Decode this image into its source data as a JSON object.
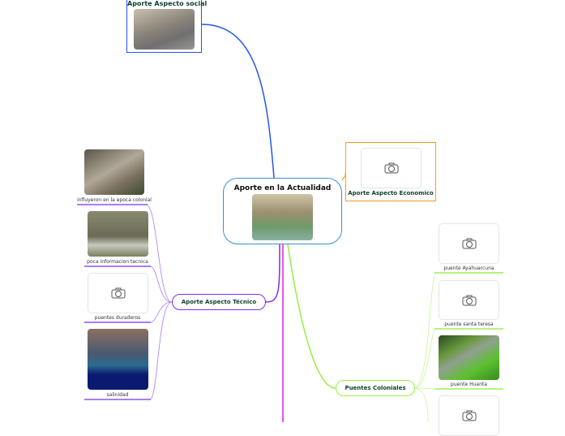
{
  "central": {
    "title": "Aporte en la Actualidad"
  },
  "social": {
    "title": "Aporte Aspecto social"
  },
  "economic": {
    "title": "Aporte Aspecto Economico"
  },
  "technical": {
    "title": "Aporte Aspecto Técnico",
    "items": [
      {
        "label": "influyeron en la epoca colonial"
      },
      {
        "label": "poca informacion tecnica"
      },
      {
        "label": "puentes duraderos"
      },
      {
        "label": "salinidad"
      }
    ]
  },
  "colonial": {
    "title": "Puentes Coloniales",
    "items": [
      {
        "label": "puente Ayahuarcuna"
      },
      {
        "label": "puente santa teresa"
      },
      {
        "label": "puente Huanta"
      }
    ]
  },
  "colors": {
    "social": "#2255ee",
    "economic": "#f5a020",
    "technical": "#7a2ff0",
    "colonial": "#99ee44",
    "central": "#3a8fd0",
    "other": "#dd22dd"
  }
}
